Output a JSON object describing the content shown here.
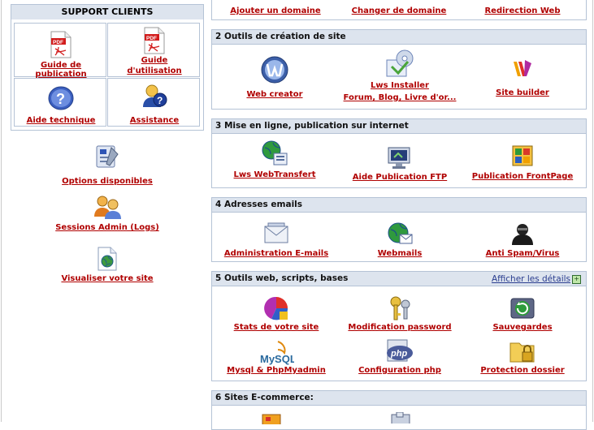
{
  "support": {
    "title": "SUPPORT CLIENTS",
    "cells": [
      {
        "label": "Guide de publication",
        "icon": "pdf-icon"
      },
      {
        "label1": "Guide",
        "label2": "d'utilisation",
        "icon": "pdf-icon"
      },
      {
        "label": "Aide technique",
        "icon": "help-icon"
      },
      {
        "label": "Assistance",
        "icon": "assistance-icon"
      }
    ]
  },
  "left_links": [
    {
      "label": "Options disponibles",
      "icon": "options-icon"
    },
    {
      "label": "Sessions Admin (Logs)",
      "icon": "sessions-icon"
    },
    {
      "label": "Visualiser votre site",
      "icon": "web-page-icon"
    }
  ],
  "section0": {
    "items": [
      "Ajouter un domaine",
      "Changer de domaine",
      "Redirection Web"
    ]
  },
  "section2": {
    "title": "2 Outils de création de site",
    "items": [
      {
        "label": "Web creator",
        "icon": "web-creator-icon"
      },
      {
        "label1": "Lws Installer",
        "label2": "Forum, Blog, Livre d'or...",
        "icon": "installer-icon"
      },
      {
        "label": "Site builder",
        "icon": "site-builder-icon"
      }
    ]
  },
  "section3": {
    "title": "3 Mise en ligne, publication sur internet",
    "items": [
      {
        "label": "Lws WebTransfert",
        "icon": "web-transfert-icon"
      },
      {
        "label": "Aide Publication FTP",
        "icon": "ftp-icon"
      },
      {
        "label": "Publication FrontPage",
        "icon": "frontpage-icon"
      }
    ]
  },
  "section4": {
    "title": "4 Adresses emails",
    "items": [
      {
        "label": "Administration E-mails",
        "icon": "email-admin-icon"
      },
      {
        "label": "Webmails",
        "icon": "webmail-icon"
      },
      {
        "label": "Anti Spam/Virus",
        "icon": "antispam-icon"
      }
    ]
  },
  "section5": {
    "title": "5 Outils web, scripts, bases",
    "details": "Afficher les détails",
    "items": [
      {
        "label": "Stats de votre site",
        "icon": "stats-icon"
      },
      {
        "label": "Modification password",
        "icon": "password-icon"
      },
      {
        "label": "Sauvegardes",
        "icon": "backup-icon"
      },
      {
        "label": "Mysql & PhpMyadmin",
        "icon": "mysql-icon"
      },
      {
        "label": "Configuration php",
        "icon": "php-icon"
      },
      {
        "label": "Protection dossier",
        "icon": "folder-lock-icon"
      }
    ]
  },
  "section6": {
    "title": "6 Sites E-commerce:"
  }
}
